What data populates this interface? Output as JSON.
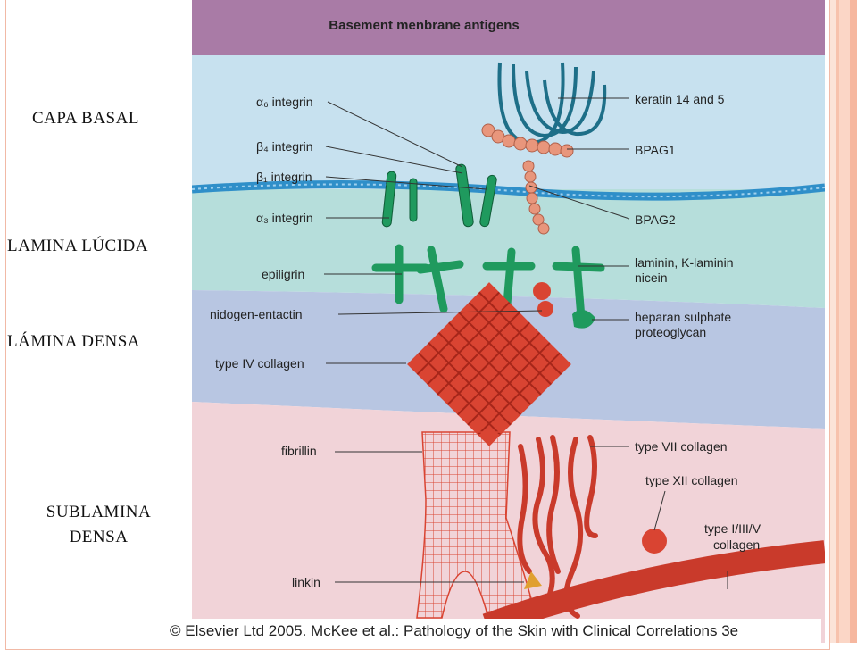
{
  "layer_labels": {
    "capa_basal": "CAPA BASAL",
    "lamina_lucida": "LAMINA LÚCIDA",
    "lamina_densa": "LÁMINA DENSA",
    "sublamina_line1": "SUBLAMINA",
    "sublamina_line2": "DENSA"
  },
  "figure": {
    "title": "Basement menbrane antigens",
    "left_labels": {
      "a6_integrin": "α₆ integrin",
      "b4_integrin": "β₄ integrin",
      "b1_integrin": "β₁ integrin",
      "a3_integrin": "α₃ integrin",
      "epiligrin": "epiligrin",
      "nidogen": "nidogen-entactin",
      "type_iv": "type IV collagen",
      "fibrillin": "fibrillin",
      "linkin": "linkin"
    },
    "right_labels": {
      "keratin": "keratin 14 and 5",
      "bpag1": "BPAG1",
      "bpag2": "BPAG2",
      "laminin_1": "laminin, K-laminin",
      "laminin_2": "nicein",
      "heparan_1": "heparan sulphate",
      "heparan_2": "proteoglycan",
      "type_vii": "type VII collagen",
      "type_xii": "type XII collagen",
      "type_i_1": "type I/III/V",
      "type_i_2": "collagen"
    },
    "credit": "© Elsevier Ltd 2005. McKee et al.: Pathology of the Skin with Clinical Correlations 3e"
  },
  "colors": {
    "title_band": "#a97ba6",
    "basal_zone": "#c7e1ef",
    "lucida_zone": "#b6dedb",
    "densa_zone": "#b8c6e2",
    "sublamina_zone": "#f1d3d8",
    "membrane": "#2f8fc9",
    "integrin_green": "#1f9a5e",
    "keratin_teal": "#1e6f88",
    "bpag_salmon": "#e8967c",
    "collagen_red": "#d94432"
  }
}
